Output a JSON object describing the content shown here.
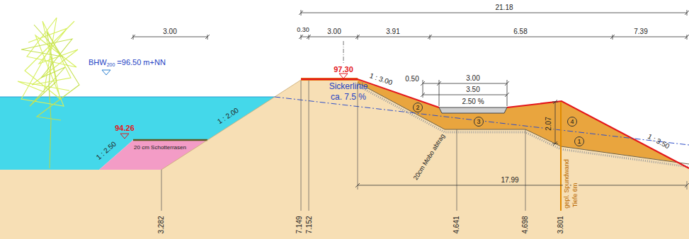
{
  "diagram": {
    "nodes": [
      {
        "text": [
          "2"
        ]
      },
      {
        "text": [
          "3"
        ]
      },
      {
        "text": [
          "4"
        ]
      },
      {
        "text": [
          "1"
        ]
      }
    ],
    "labels": [
      "21.18",
      "3.00",
      "0.30",
      "3.00",
      "3.91",
      "6.58",
      "7.39",
      "BHW",
      "200",
      "=96.50 m+NN",
      "97.30",
      "Sickerlinie",
      "ca. 7.5 %",
      "1 : 2.00",
      "94.26",
      "20 cm Schotterrasen",
      "1 : 2.50",
      "1 : 3.00",
      "0.50",
      "3.00",
      "3.50",
      "2.50 %",
      "2.07",
      "1 : 3.50",
      "20cm Mobo abtrag",
      "17.99",
      "gepl. Spundwand",
      "Tiefe 6m",
      "3.282",
      "7.149",
      "7.152",
      "4.641",
      "4.698",
      "3.801"
    ]
  }
}
